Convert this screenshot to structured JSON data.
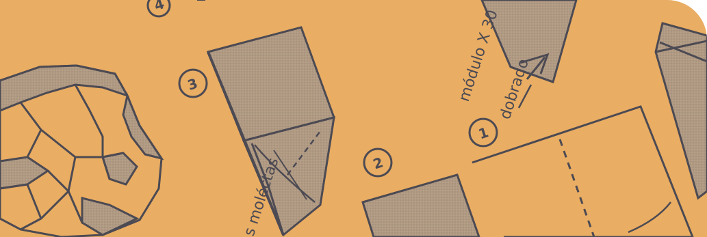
{
  "image": {
    "subject": "origami-instruction-diagram",
    "background_color": "#e9ad63",
    "ink_color": "#4c4a53",
    "shade_color": "#b09a83"
  },
  "step_numbers": [
    "1",
    "2",
    "3",
    "4"
  ],
  "handwritten_labels": {
    "module_count": "módulo X 30",
    "folded_label": "dobrado",
    "bottom_label": "s moléctas"
  }
}
